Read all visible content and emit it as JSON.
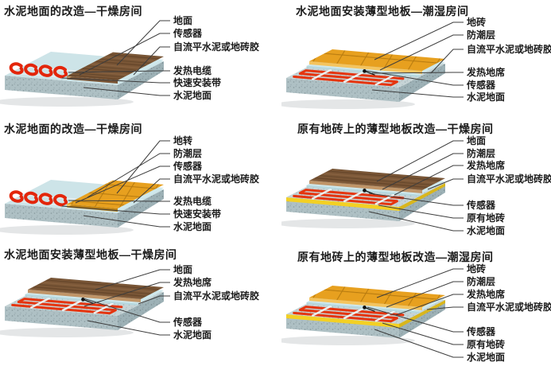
{
  "panels": [
    {
      "title": "水泥地面的改造—干燥房间",
      "labels": [
        "地面",
        "传感器",
        "自流平水泥或地砖胶",
        "发热电缆",
        "快速安装带",
        "水泥地面"
      ]
    },
    {
      "title": "水泥地面安装薄型地板—潮湿房间",
      "labels": [
        "地砖",
        "防潮层",
        "自流平水泥或地砖胶",
        "发热地席",
        "传感器",
        "水泥地面"
      ]
    },
    {
      "title": "水泥地面的改造—干燥房间",
      "labels": [
        "地转",
        "防潮层",
        "传感器",
        "自流平水泥或地砖胶",
        "发热电缆",
        "快速安装带",
        "水泥地面"
      ]
    },
    {
      "title": "原有地砖上的薄型地板改造—干燥房间",
      "labels": [
        "地面",
        "防潮层",
        "发热地席",
        "自流平水泥或地砖胶",
        "传感器",
        "原有地砖",
        "水泥地面"
      ]
    },
    {
      "title": "水泥地面安装薄型地板—干燥房间",
      "labels": [
        "地面",
        "发热地席",
        "自流平水泥或地砖胶",
        "传感器",
        "水泥地面"
      ]
    },
    {
      "title": "原有地砖上的薄型地板改造—潮湿房间",
      "labels": [
        "地砖",
        "防潮层",
        "发热地席",
        "自流平水泥或地砖胶",
        "传感器",
        "原有地砖",
        "水泥地面"
      ]
    }
  ],
  "colors": {
    "heating_red": "#e3260b",
    "tile_orange": "#e7a01f",
    "wood_brown": "#7b5737",
    "old_tile_yellow": "#f3d024",
    "screed_blue": "#cfe7ea",
    "concrete_gray": "#c6d4d6"
  }
}
